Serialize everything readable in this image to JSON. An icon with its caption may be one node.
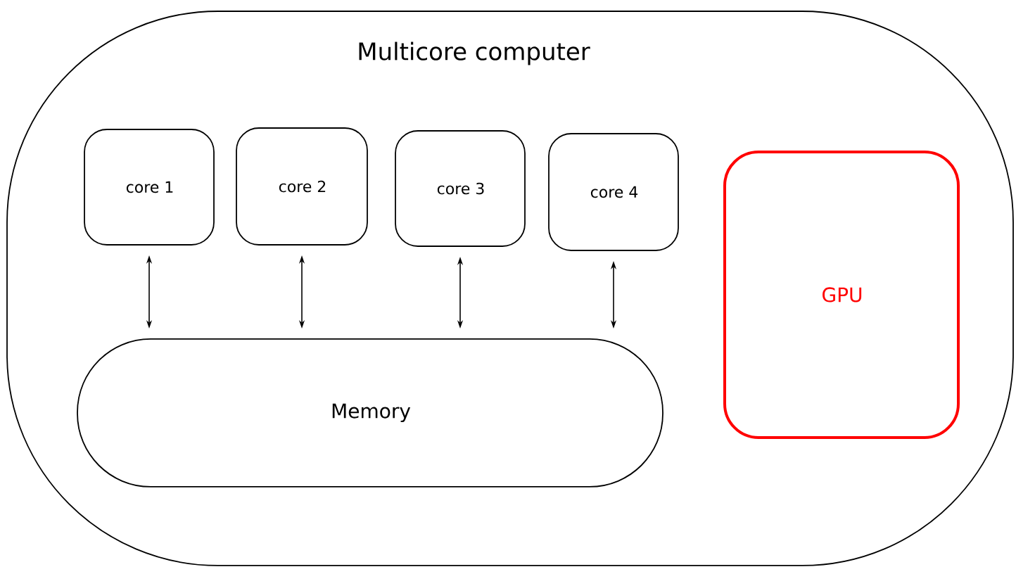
{
  "diagram": {
    "nodes": [
      {
        "text": [
          "Multicore computer"
        ]
      },
      {
        "text": [
          "core 1"
        ],
        "in": 0
      },
      {
        "text": [
          "core 2"
        ],
        "in": 0
      },
      {
        "text": [
          "core 3"
        ],
        "in": 0
      },
      {
        "text": [
          "core 4"
        ],
        "in": 0
      },
      {
        "text": [
          "Memory"
        ],
        "in": 0
      },
      {
        "text": [
          "GPU"
        ],
        "in": 0
      }
    ],
    "edges": [
      {
        "from": 1,
        "to": 5,
        "arrow": "both"
      },
      {
        "from": 2,
        "to": 5,
        "arrow": "both"
      },
      {
        "from": 3,
        "to": 5,
        "arrow": "both"
      },
      {
        "from": 4,
        "to": 5,
        "arrow": "both"
      }
    ]
  }
}
